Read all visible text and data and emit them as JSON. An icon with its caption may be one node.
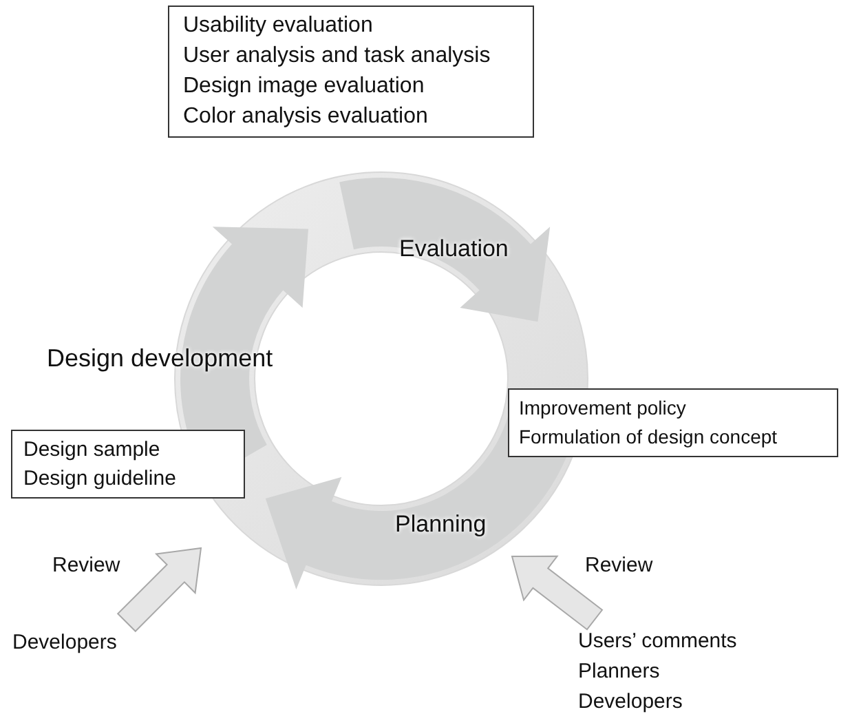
{
  "diagram": {
    "nodes": [
      {
        "text": [
          "Usability evaluation",
          "User analysis and task analysis",
          "Design image evaluation",
          "Color analysis evaluation"
        ]
      },
      {
        "text": [
          "Evaluation"
        ]
      },
      {
        "text": [
          "Design development"
        ]
      },
      {
        "text": [
          "Planning"
        ]
      },
      {
        "text": [
          "Design sample",
          "Design guideline"
        ]
      },
      {
        "text": [
          "Improvement policy",
          "Formulation of design concept"
        ]
      },
      {
        "text": [
          "Developers"
        ]
      },
      {
        "text": [
          "Users’ comments",
          "Planners",
          "Developers"
        ]
      }
    ],
    "edges": [
      {
        "from": 6,
        "to": null,
        "label": "Review",
        "arrow": "to"
      },
      {
        "from": 7,
        "to": null,
        "label": "Review",
        "arrow": "to"
      }
    ]
  }
}
